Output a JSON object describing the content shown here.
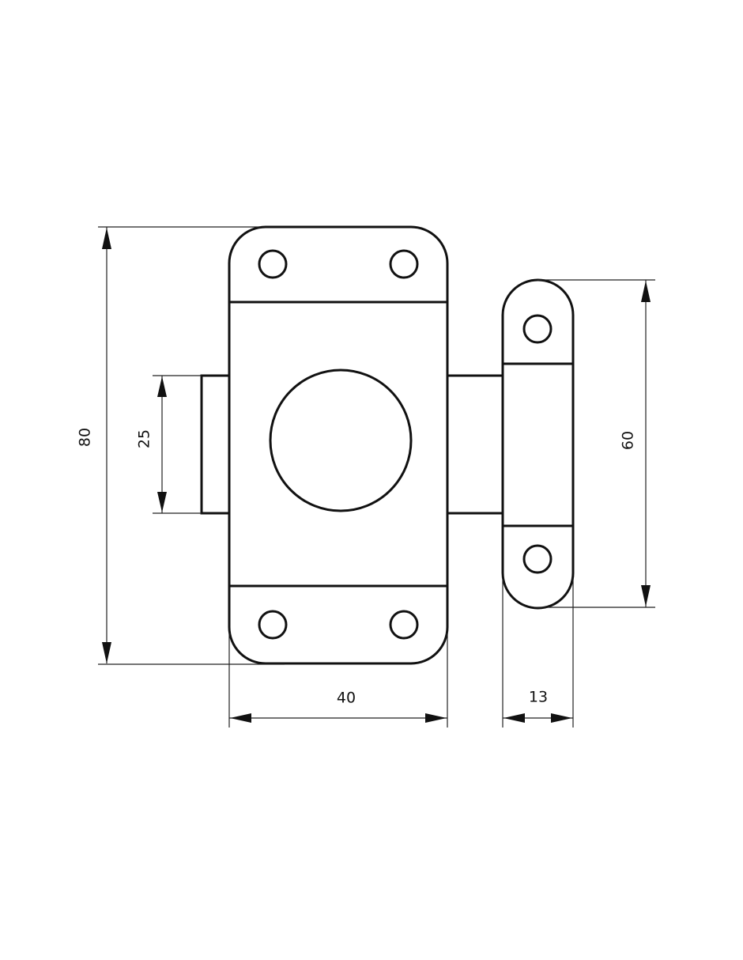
{
  "drawing": {
    "dimensions": {
      "overall_height": "80",
      "bolt_height": "25",
      "keeper_height": "60",
      "plate_width": "40",
      "keeper_width": "13"
    },
    "line_color": "#111111",
    "background": "#ffffff"
  }
}
